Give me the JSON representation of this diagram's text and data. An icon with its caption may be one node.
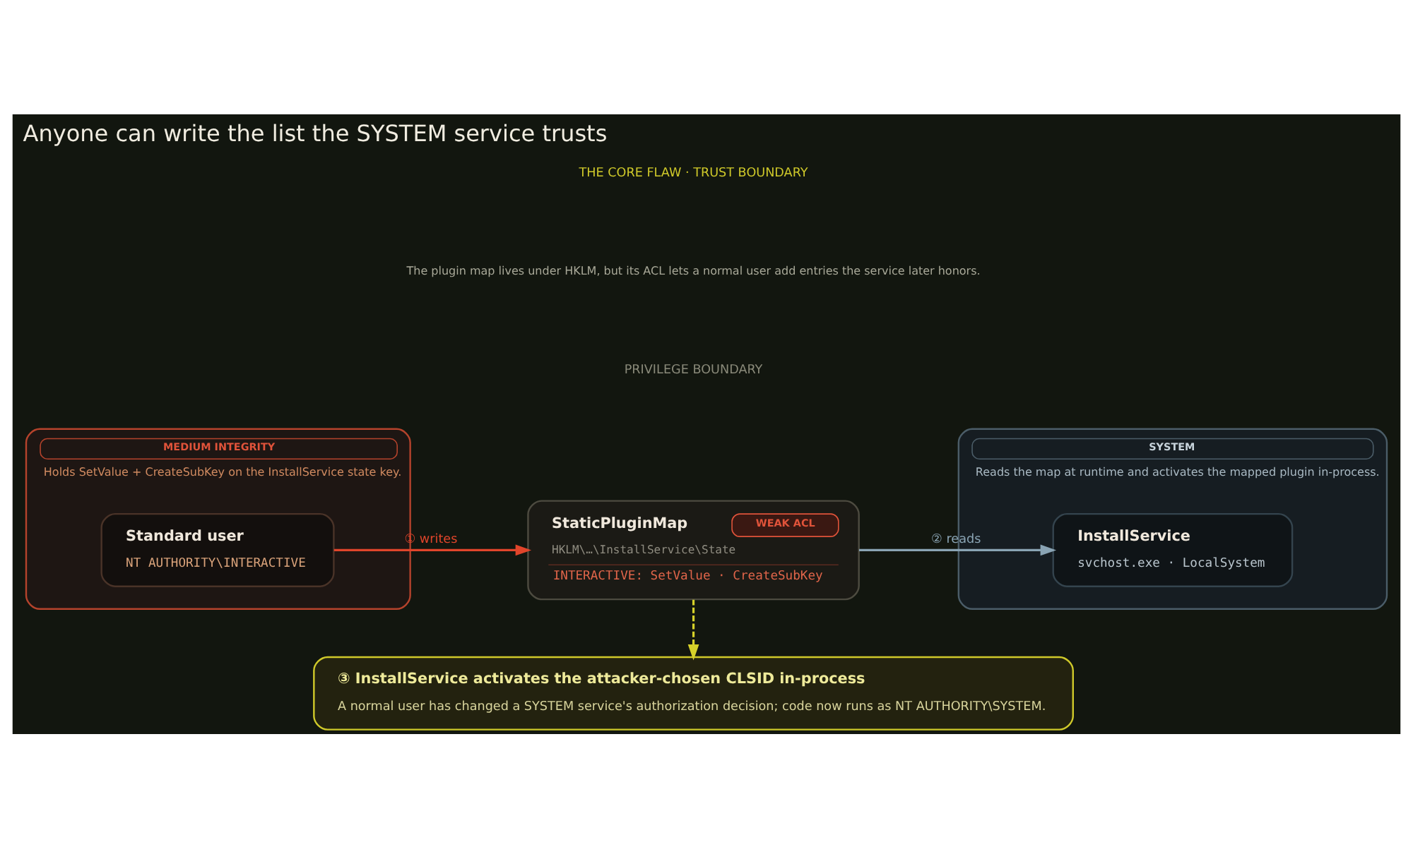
{
  "diagram": {
    "title": "Anyone can write the list the SYSTEM service trusts",
    "nodes": [
      {
        "text": [
          "MEDIUM INTEGRITY",
          "Holds SetValue + CreateSubKey on the InstallService state key."
        ]
      },
      {
        "text": [
          "Standard user",
          "NT AUTHORITY\\INTERACTIVE"
        ],
        "in": 0
      },
      {
        "text": [
          "StaticPluginMap",
          "WEAK ACL",
          "HKLM\\…\\InstallService\\State",
          "INTERACTIVE: SetValue · CreateSubKey"
        ]
      },
      {
        "text": [
          "SYSTEM",
          "Reads the map at runtime and activates the mapped plugin in-process."
        ]
      },
      {
        "text": [
          "InstallService",
          "svchost.exe · LocalSystem"
        ],
        "in": 3
      },
      {
        "text": [
          "③ InstallService activates the attacker-chosen CLSID in-process",
          "A normal user has changed a SYSTEM service's authorization decision; code now runs as NT AUTHORITY\\SYSTEM."
        ]
      }
    ],
    "edges": [
      {
        "from": 1,
        "to": 2,
        "arrow": "to",
        "label": "① writes",
        "color": "#e0452b"
      },
      {
        "from": 2,
        "to": 4,
        "arrow": "to",
        "label": "② reads",
        "color": "#8aa4b4"
      },
      {
        "from": 2,
        "to": 5,
        "arrow": "to",
        "style": "dashed",
        "color": "#d6d12a"
      }
    ],
    "labels": [
      "THE CORE FLAW · TRUST BOUNDARY",
      "The plugin map lives under HKLM, but its ACL lets a normal user add entries the service later honors.",
      "PRIVILEGE BOUNDARY"
    ]
  }
}
